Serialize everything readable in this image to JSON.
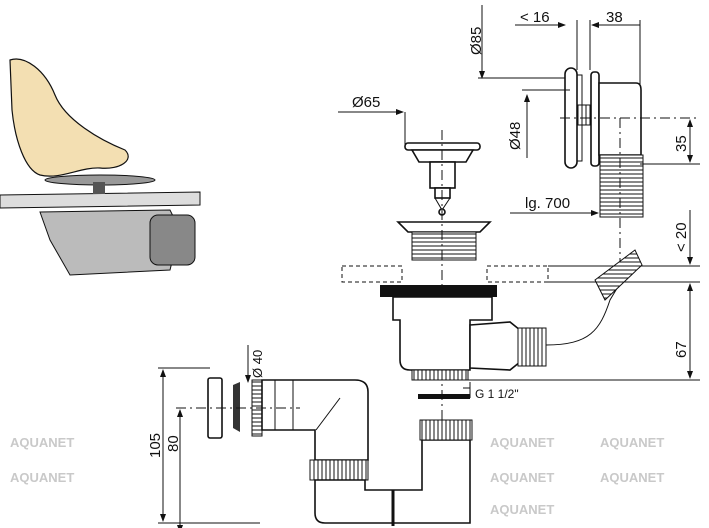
{
  "drawing": {
    "dimensions": {
      "d85": "Ø85",
      "lt16": "< 16",
      "w38": "38",
      "d65": "Ø65",
      "d48": "Ø48",
      "h35": "35",
      "hose_length": "lg. 700",
      "lt20": "< 20",
      "h67": "67",
      "thread": "G 1 1/2\"",
      "d40": "Ø 40",
      "h105": "105",
      "h80": "80"
    },
    "watermark": "AQUANET",
    "colors": {
      "line": "#111111",
      "foot": "#f3dfb2",
      "watermark": "#c9c9c9"
    }
  }
}
